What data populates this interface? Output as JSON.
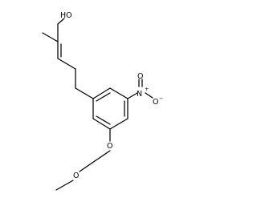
{
  "molecule": {
    "atom_labels": {
      "hydroxyl": "HO",
      "nitro_nitrogen": "N",
      "nitro_nitrogen_charge": "+",
      "nitro_oxygen_top": "O",
      "nitro_oxygen_right": "O",
      "nitro_oxygen_right_charge": "−",
      "ether_oxygen_ring": "O",
      "ether_oxygen_methyl": "O"
    }
  }
}
